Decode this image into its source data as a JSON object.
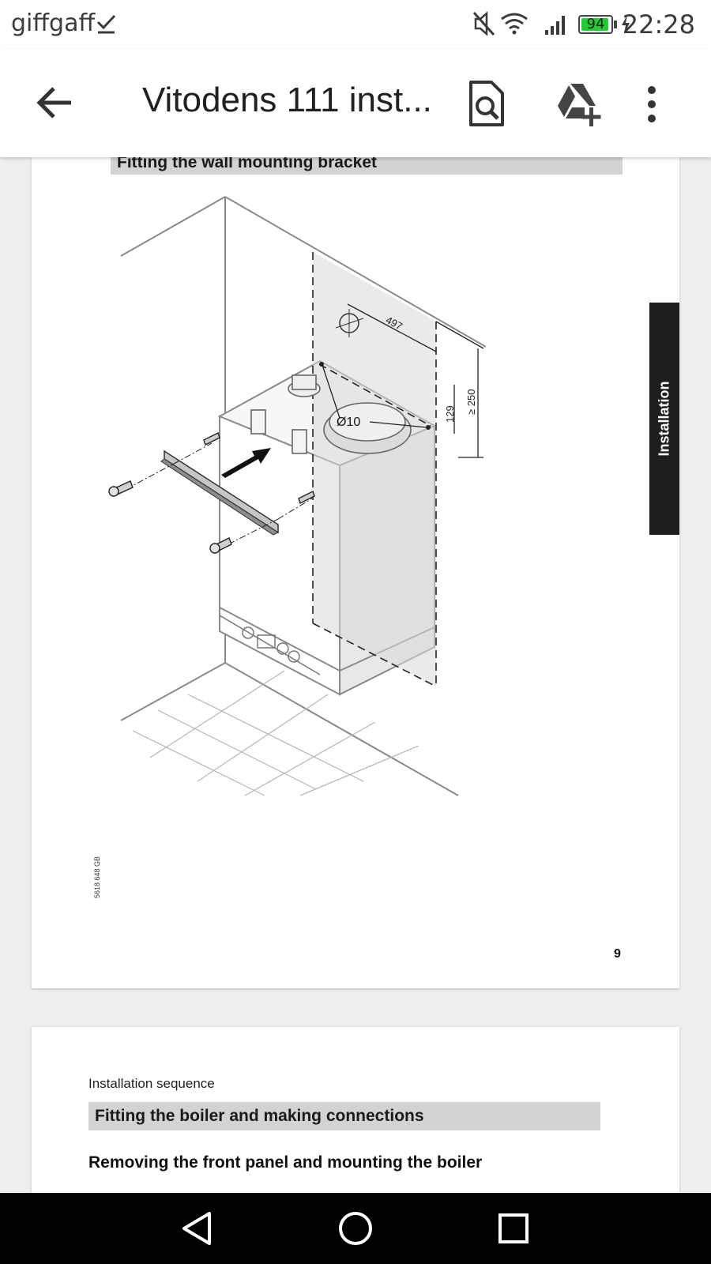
{
  "status_bar": {
    "carrier": "giffgaff",
    "battery_level": "94",
    "time": "22:28",
    "icons": [
      "check-icon",
      "mute-icon",
      "wifi-icon",
      "signal-icon",
      "battery-icon",
      "charging-icon"
    ]
  },
  "toolbar": {
    "title": "Vitodens 111 inst...",
    "icons": [
      "back-arrow-icon",
      "find-in-document-icon",
      "drive-add-icon",
      "more-vert-icon"
    ]
  },
  "page1": {
    "section_title": "Fitting the wall mounting bracket",
    "side_tab": "Installation",
    "doc_code": "5618 648 GB",
    "page_number": "9",
    "diagram_labels": {
      "width": "497",
      "diameter": "Ø10",
      "height1": "129",
      "height2": "≥ 250"
    }
  },
  "page2": {
    "sequence_label": "Installation sequence",
    "section_title": "Fitting the boiler and making connections",
    "sub_heading": "Removing the front panel and mounting the boiler"
  },
  "nav_bar": {
    "icons": [
      "back-triangle-icon",
      "home-circle-icon",
      "recents-square-icon"
    ]
  },
  "colors": {
    "battery_fill": "#22cc33",
    "section_bar": "#d3d3d3",
    "side_tab": "#1e1e1e"
  }
}
